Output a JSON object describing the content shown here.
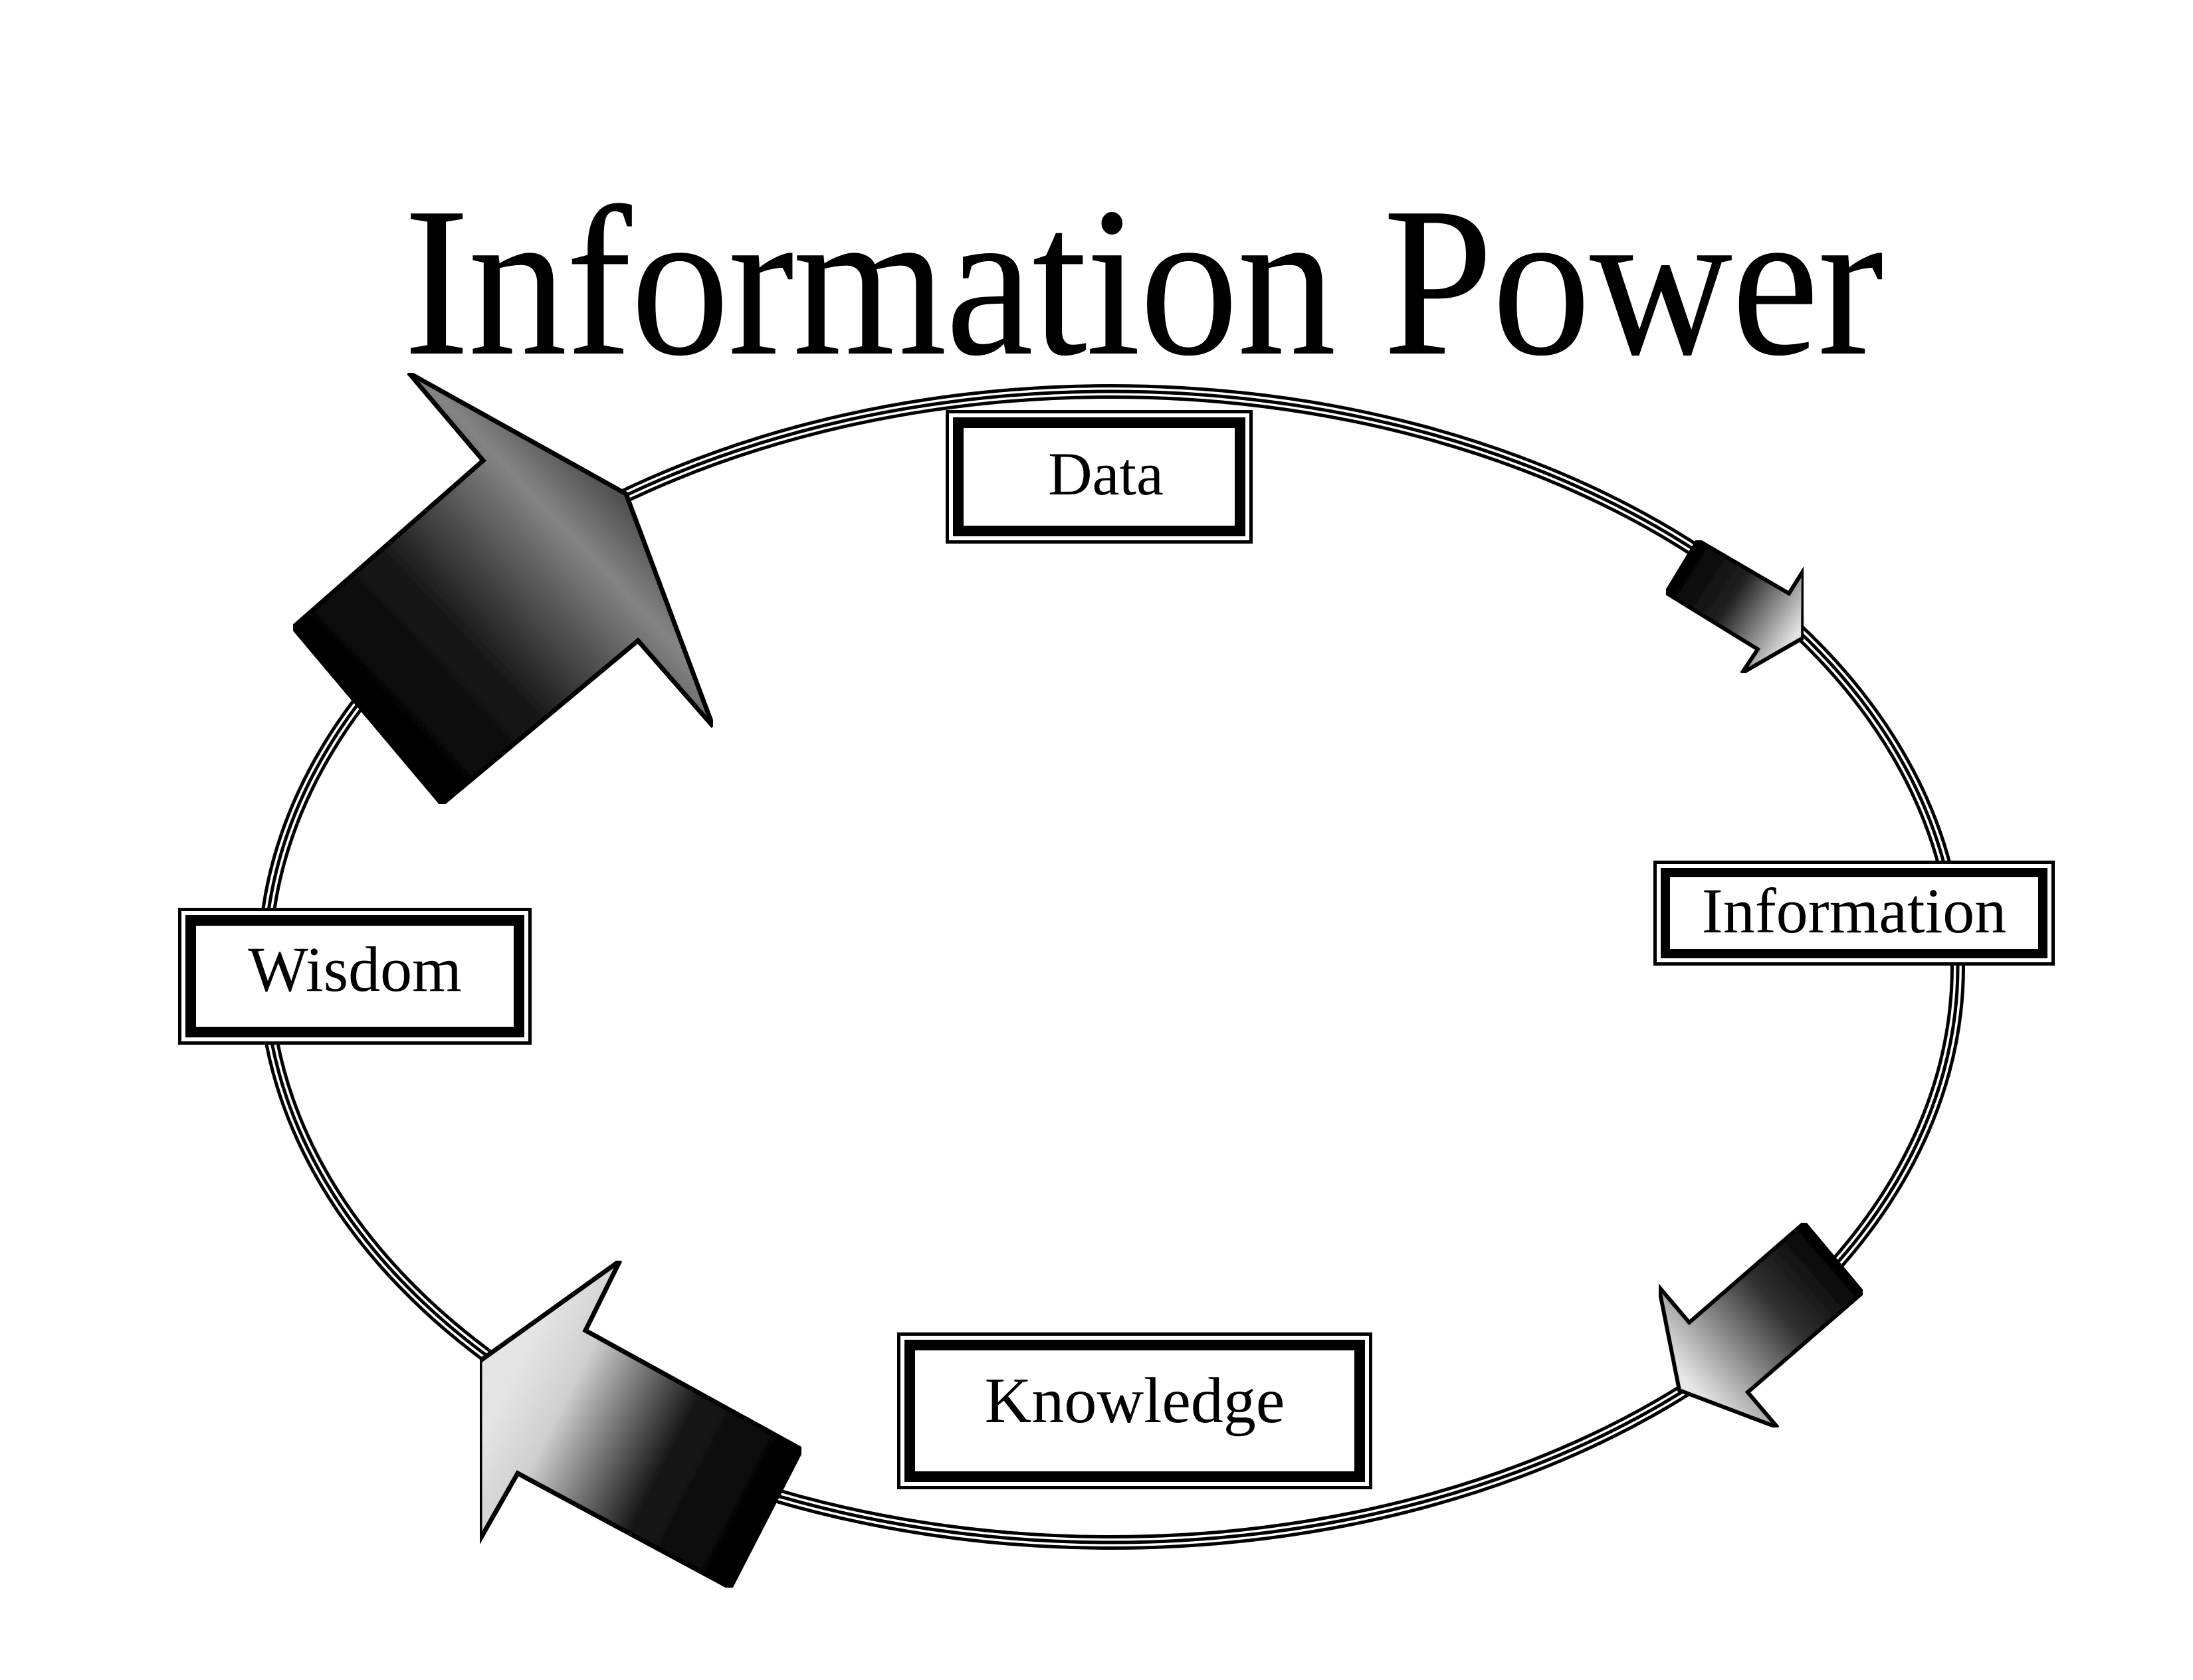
{
  "title": "Information Power",
  "cycle": {
    "direction": "clockwise",
    "nodes": [
      {
        "id": "data",
        "label": "Data",
        "position": "top"
      },
      {
        "id": "information",
        "label": "Information",
        "position": "right"
      },
      {
        "id": "knowledge",
        "label": "Knowledge",
        "position": "bottom"
      },
      {
        "id": "wisdom",
        "label": "Wisdom",
        "position": "left"
      }
    ],
    "arrows": [
      {
        "from": "Data",
        "to": "Information",
        "size": "small",
        "icon": "gradient-arrow-icon"
      },
      {
        "from": "Information",
        "to": "Knowledge",
        "size": "small",
        "icon": "gradient-arrow-icon"
      },
      {
        "from": "Knowledge",
        "to": "Wisdom",
        "size": "large",
        "icon": "gradient-arrow-icon"
      },
      {
        "from": "Wisdom",
        "to": "Data",
        "size": "large",
        "icon": "gradient-arrow-icon"
      }
    ]
  },
  "colors": {
    "ink": "#000000",
    "background": "#ffffff",
    "arrow_light": "#f2f2f2",
    "arrow_dark": "#000000"
  }
}
